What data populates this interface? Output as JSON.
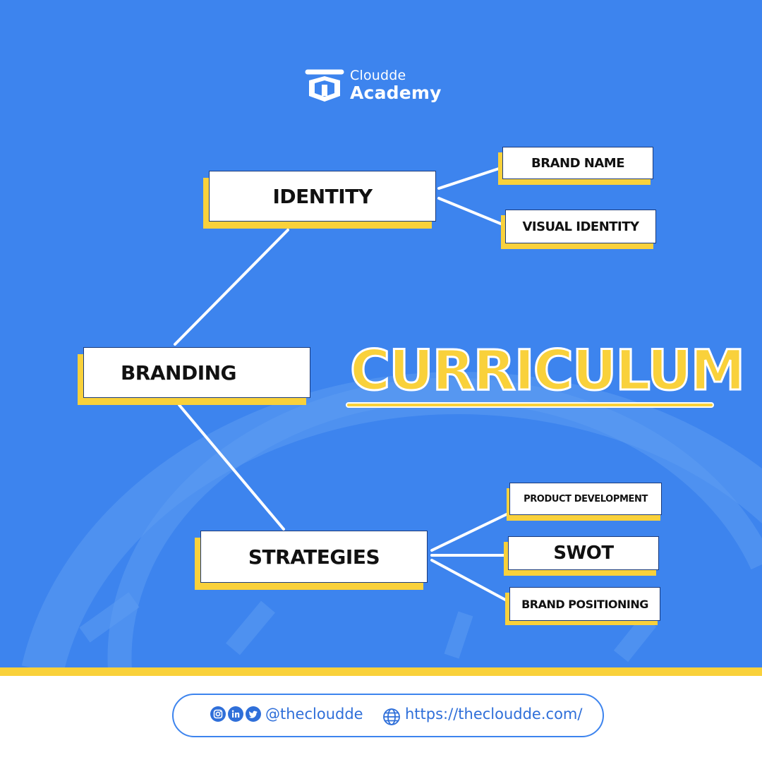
{
  "brand": {
    "logo_line1": "Cloudde",
    "logo_line2": "Academy"
  },
  "title": "CURRICULUM",
  "mindmap": {
    "root": "BRANDING",
    "branches": [
      {
        "label": "IDENTITY",
        "children": [
          "BRAND NAME",
          "VISUAL IDENTITY"
        ]
      },
      {
        "label": "STRATEGIES",
        "children": [
          "PRODUCT DEVELOPMENT",
          "SWOT",
          "BRAND POSITIONING"
        ]
      }
    ]
  },
  "footer": {
    "social_icons": [
      "instagram-icon",
      "linkedin-icon",
      "twitter-icon"
    ],
    "handle": "@thecloudde",
    "url": "https://thecloudde.com/"
  },
  "colors": {
    "background": "#3d84ee",
    "accent_yellow": "#f9d13b",
    "node_fill": "#ffffff",
    "footer_text": "#2f6fd9"
  }
}
